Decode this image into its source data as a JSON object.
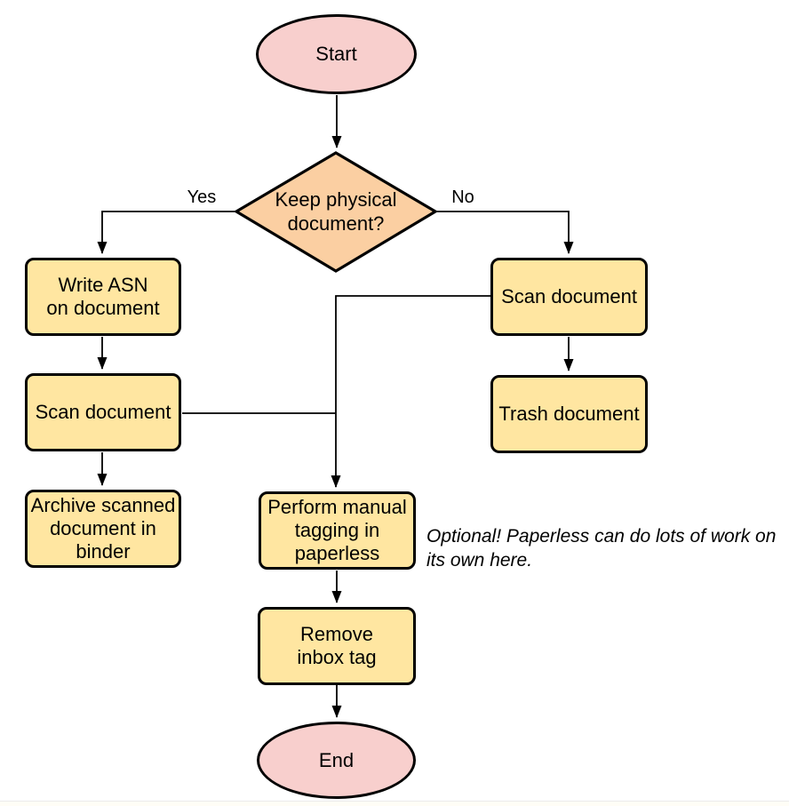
{
  "colors": {
    "page_bg": "#ffffff",
    "terminal_fill": "#f8cfcd",
    "process_fill": "#ffe6a1",
    "decision_fill": "#fbcfa2",
    "stroke": "#000000",
    "text": "#000000"
  },
  "nodes": {
    "start": {
      "type": "terminal",
      "label": "Start"
    },
    "decision": {
      "type": "decision",
      "label": "Keep physical\ndocument?"
    },
    "write_asn": {
      "type": "process",
      "label": "Write ASN\non document"
    },
    "scan_left": {
      "type": "process",
      "label": "Scan document"
    },
    "archive": {
      "type": "process",
      "label": "Archive scanned\ndocument in\nbinder"
    },
    "scan_right": {
      "type": "process",
      "label": "Scan document"
    },
    "trash": {
      "type": "process",
      "label": "Trash document"
    },
    "tagging": {
      "type": "process",
      "label": "Perform manual\ntagging in\npaperless"
    },
    "remove_inbox": {
      "type": "process",
      "label": "Remove\ninbox tag"
    },
    "end": {
      "type": "terminal",
      "label": "End"
    }
  },
  "edge_labels": {
    "yes": "Yes",
    "no": "No"
  },
  "annotation": {
    "text": "Optional! Paperless can do lots of work on\nits own here."
  }
}
